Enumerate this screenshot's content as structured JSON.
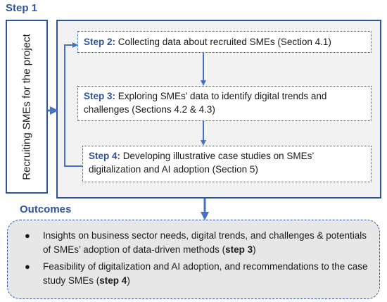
{
  "step1": {
    "title": "Step 1",
    "recruit_label": "Recruiting SMEs for the project"
  },
  "steps": [
    {
      "label": "Step 2:",
      "text": " Collecting data about recruited SMEs (Section 4.1)"
    },
    {
      "label": "Step 3:",
      "text": "  Exploring SMEs’ data to identify digital trends and challenges (Sections 4.2 & 4.3)"
    },
    {
      "label": "Step 4:",
      "text": "  Developing illustrative case studies on SMEs’ digitalization and AI adoption (Section 5)"
    }
  ],
  "outcomes": {
    "title": "Outcomes",
    "items": [
      {
        "text": "Insights on business sector needs, digital trends, and challenges & potentials of SMEs’ adoption of data-driven methods (",
        "ref": "step 3",
        "suffix": ")"
      },
      {
        "text": "Feasibility of digitalization and AI adoption, and recommendations to the case study SMEs (",
        "ref": "step 4",
        "suffix": ")"
      }
    ]
  },
  "colors": {
    "accent": "#2f5597",
    "panel": "#f2f2f2",
    "outcomes_bg": "#e7e7e7"
  }
}
